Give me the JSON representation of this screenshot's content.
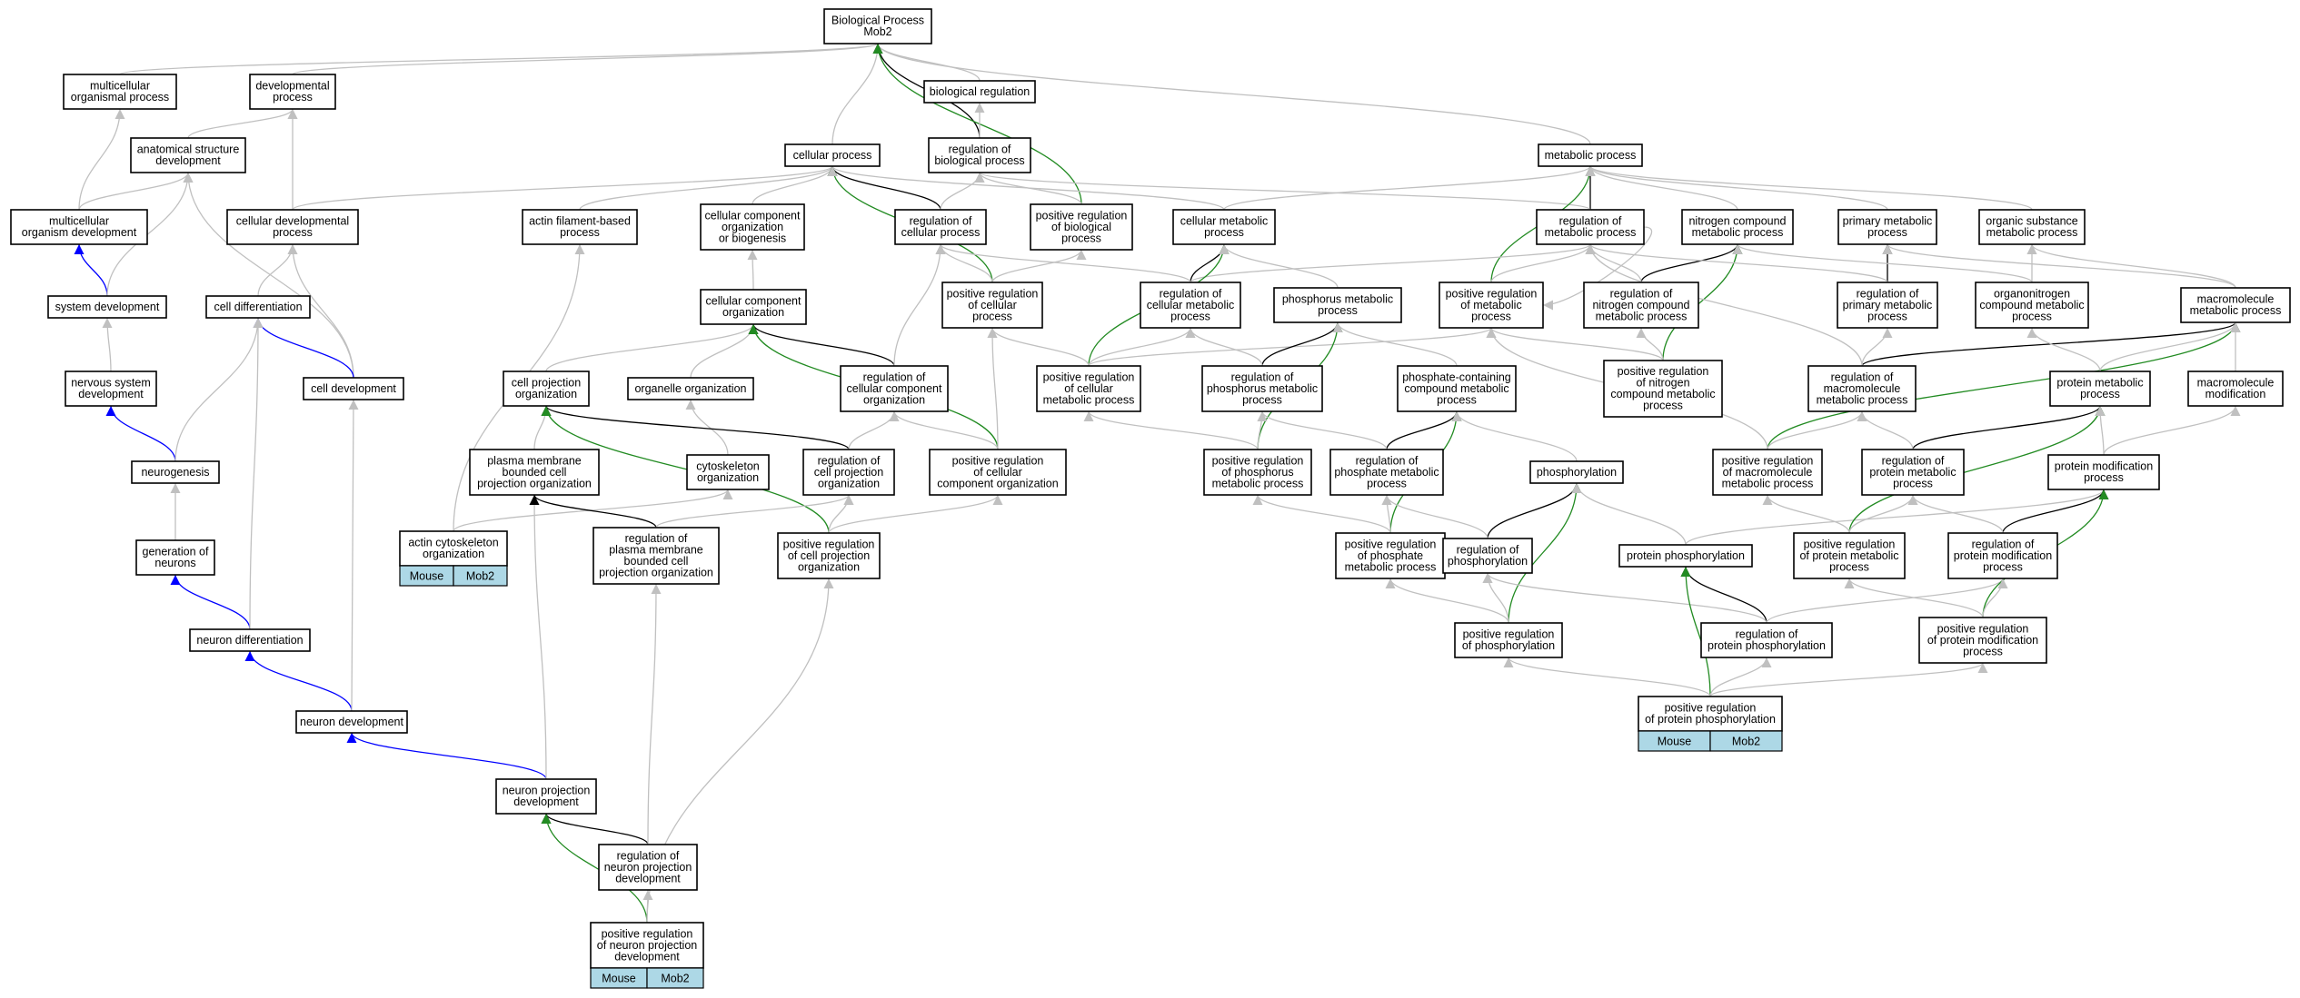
{
  "colors": {
    "is_a": "#c0c0c0",
    "regulates": "#000000",
    "positively_regulates": "#228b22",
    "part_of": "#0000ff",
    "tag_fill": "#add8e6"
  },
  "nodes": [
    {
      "id": "bp",
      "lines": [
        "Biological Process",
        "Mob2"
      ]
    },
    {
      "id": "mcop",
      "lines": [
        "multicellular",
        "organismal process"
      ]
    },
    {
      "id": "devp",
      "lines": [
        "developmental",
        "process"
      ]
    },
    {
      "id": "breg",
      "lines": [
        "biological regulation"
      ]
    },
    {
      "id": "asd",
      "lines": [
        "anatomical structure",
        "development"
      ]
    },
    {
      "id": "cellp",
      "lines": [
        "cellular process"
      ]
    },
    {
      "id": "rbp",
      "lines": [
        "regulation of",
        "biological process"
      ]
    },
    {
      "id": "metp",
      "lines": [
        "metabolic process"
      ]
    },
    {
      "id": "mod",
      "lines": [
        "multicellular",
        "organism development"
      ]
    },
    {
      "id": "cdp",
      "lines": [
        "cellular developmental",
        "process"
      ]
    },
    {
      "id": "afbp",
      "lines": [
        "actin filament-based",
        "process"
      ]
    },
    {
      "id": "ccob",
      "lines": [
        "cellular component",
        "organization",
        "or biogenesis"
      ]
    },
    {
      "id": "rcp",
      "lines": [
        "regulation of",
        "cellular process"
      ]
    },
    {
      "id": "prbp",
      "lines": [
        "positive regulation",
        "of biological",
        "process"
      ]
    },
    {
      "id": "cmp",
      "lines": [
        "cellular metabolic",
        "process"
      ]
    },
    {
      "id": "rmp",
      "lines": [
        "regulation of",
        "metabolic process"
      ]
    },
    {
      "id": "ncmp",
      "lines": [
        "nitrogen compound",
        "metabolic process"
      ]
    },
    {
      "id": "pmp",
      "lines": [
        "primary metabolic",
        "process"
      ]
    },
    {
      "id": "osmp",
      "lines": [
        "organic substance",
        "metabolic process"
      ]
    },
    {
      "id": "sysd",
      "lines": [
        "system development"
      ]
    },
    {
      "id": "celldiff",
      "lines": [
        "cell differentiation"
      ]
    },
    {
      "id": "cco",
      "lines": [
        "cellular component",
        "organization"
      ]
    },
    {
      "id": "prcp",
      "lines": [
        "positive regulation",
        "of cellular",
        "process"
      ]
    },
    {
      "id": "rcmp",
      "lines": [
        "regulation of",
        "cellular metabolic",
        "process"
      ]
    },
    {
      "id": "phmp",
      "lines": [
        "phosphorus metabolic",
        "process"
      ]
    },
    {
      "id": "prmp",
      "lines": [
        "positive regulation",
        "of metabolic",
        "process"
      ]
    },
    {
      "id": "rncmp",
      "lines": [
        "regulation of",
        "nitrogen compound",
        "metabolic process"
      ]
    },
    {
      "id": "rpmp",
      "lines": [
        "regulation of",
        "primary metabolic",
        "process"
      ]
    },
    {
      "id": "oncmp",
      "lines": [
        "organonitrogen",
        "compound metabolic",
        "process"
      ]
    },
    {
      "id": "mmp",
      "lines": [
        "macromolecule",
        "metabolic process"
      ]
    },
    {
      "id": "nsd",
      "lines": [
        "nervous system",
        "development"
      ]
    },
    {
      "id": "celldev",
      "lines": [
        "cell development"
      ]
    },
    {
      "id": "cpo",
      "lines": [
        "cell projection",
        "organization"
      ]
    },
    {
      "id": "oo",
      "lines": [
        "organelle organization"
      ]
    },
    {
      "id": "rcco",
      "lines": [
        "regulation of",
        "cellular component",
        "organization"
      ]
    },
    {
      "id": "prcmp",
      "lines": [
        "positive regulation",
        "of cellular",
        "metabolic process"
      ]
    },
    {
      "id": "rphmp",
      "lines": [
        "regulation of",
        "phosphorus metabolic",
        "process"
      ]
    },
    {
      "id": "pccmp",
      "lines": [
        "phosphate-containing",
        "compound metabolic",
        "process"
      ]
    },
    {
      "id": "prncmp",
      "lines": [
        "positive regulation",
        "of nitrogen",
        "compound metabolic",
        "process"
      ]
    },
    {
      "id": "rmmp",
      "lines": [
        "regulation of",
        "macromolecule",
        "metabolic process"
      ]
    },
    {
      "id": "protmp",
      "lines": [
        "protein metabolic",
        "process"
      ]
    },
    {
      "id": "mm",
      "lines": [
        "macromolecule",
        "modification"
      ]
    },
    {
      "id": "neurogen",
      "lines": [
        "neurogenesis"
      ]
    },
    {
      "id": "pmbcpo",
      "lines": [
        "plasma membrane",
        "bounded cell",
        "projection organization"
      ]
    },
    {
      "id": "cytoo",
      "lines": [
        "cytoskeleton",
        "organization"
      ]
    },
    {
      "id": "rcpo",
      "lines": [
        "regulation of",
        "cell projection",
        "organization"
      ]
    },
    {
      "id": "prcco",
      "lines": [
        "positive regulation",
        "of cellular",
        "component organization"
      ]
    },
    {
      "id": "prphmp",
      "lines": [
        "positive regulation",
        "of phosphorus",
        "metabolic process"
      ]
    },
    {
      "id": "rphatemp",
      "lines": [
        "regulation of",
        "phosphate metabolic",
        "process"
      ]
    },
    {
      "id": "phos",
      "lines": [
        "phosphorylation"
      ]
    },
    {
      "id": "prmmp",
      "lines": [
        "positive regulation",
        "of macromolecule",
        "metabolic process"
      ]
    },
    {
      "id": "rprotmp",
      "lines": [
        "regulation of",
        "protein metabolic",
        "process"
      ]
    },
    {
      "id": "protmod",
      "lines": [
        "protein modification",
        "process"
      ]
    },
    {
      "id": "gon",
      "lines": [
        "generation of",
        "neurons"
      ]
    },
    {
      "id": "aco",
      "lines": [
        "actin cytoskeleton",
        "organization"
      ],
      "tags": [
        "Mouse",
        "Mob2"
      ]
    },
    {
      "id": "rpmbcpo",
      "lines": [
        "regulation of",
        "plasma membrane",
        "bounded cell",
        "projection organization"
      ]
    },
    {
      "id": "prcpo",
      "lines": [
        "positive regulation",
        "of cell projection",
        "organization"
      ]
    },
    {
      "id": "prphatemp",
      "lines": [
        "positive regulation",
        "of phosphate",
        "metabolic process"
      ]
    },
    {
      "id": "rphos",
      "lines": [
        "regulation of",
        "phosphorylation"
      ]
    },
    {
      "id": "protphos",
      "lines": [
        "protein phosphorylation"
      ]
    },
    {
      "id": "prprotmp",
      "lines": [
        "positive regulation",
        "of protein metabolic",
        "process"
      ]
    },
    {
      "id": "rpmodp",
      "lines": [
        "regulation of",
        "protein modification",
        "process"
      ]
    },
    {
      "id": "ndiff",
      "lines": [
        "neuron differentiation"
      ]
    },
    {
      "id": "prphos",
      "lines": [
        "positive regulation",
        "of phosphorylation"
      ]
    },
    {
      "id": "rprotphos",
      "lines": [
        "regulation of",
        "protein phosphorylation"
      ]
    },
    {
      "id": "prpmodp",
      "lines": [
        "positive regulation",
        "of protein modification",
        "process"
      ]
    },
    {
      "id": "ndev",
      "lines": [
        "neuron development"
      ]
    },
    {
      "id": "prprotphos",
      "lines": [
        "positive regulation",
        "of protein phosphorylation"
      ],
      "tags": [
        "Mouse",
        "Mob2"
      ]
    },
    {
      "id": "npd",
      "lines": [
        "neuron projection",
        "development"
      ]
    },
    {
      "id": "rnpd",
      "lines": [
        "regulation of",
        "neuron projection",
        "development"
      ]
    },
    {
      "id": "prnpd",
      "lines": [
        "positive regulation",
        "of neuron projection",
        "development"
      ],
      "tags": [
        "Mouse",
        "Mob2"
      ]
    }
  ],
  "edges": [
    [
      "mcop",
      "bp",
      "is_a"
    ],
    [
      "devp",
      "bp",
      "is_a"
    ],
    [
      "breg",
      "bp",
      "is_a"
    ],
    [
      "cellp",
      "bp",
      "is_a"
    ],
    [
      "metp",
      "bp",
      "is_a"
    ],
    [
      "rbp",
      "bp",
      "regulates"
    ],
    [
      "prbp",
      "bp",
      "positively_regulates"
    ],
    [
      "rbp",
      "breg",
      "is_a"
    ],
    [
      "asd",
      "devp",
      "is_a"
    ],
    [
      "mod",
      "asd",
      "is_a"
    ],
    [
      "mod",
      "mcop",
      "is_a"
    ],
    [
      "cdp",
      "devp",
      "is_a"
    ],
    [
      "cdp",
      "cellp",
      "is_a"
    ],
    [
      "sysd",
      "mod",
      "part_of"
    ],
    [
      "sysd",
      "asd",
      "is_a"
    ],
    [
      "celldiff",
      "cdp",
      "is_a"
    ],
    [
      "afbp",
      "cellp",
      "is_a"
    ],
    [
      "ccob",
      "cellp",
      "is_a"
    ],
    [
      "rcp",
      "cellp",
      "regulates"
    ],
    [
      "rcp",
      "rbp",
      "is_a"
    ],
    [
      "prbp",
      "rbp",
      "is_a"
    ],
    [
      "prcp",
      "cellp",
      "positively_regulates"
    ],
    [
      "prcp",
      "rcp",
      "is_a"
    ],
    [
      "prcp",
      "prbp",
      "is_a"
    ],
    [
      "cmp",
      "cellp",
      "is_a"
    ],
    [
      "cmp",
      "metp",
      "is_a"
    ],
    [
      "rmp",
      "metp",
      "regulates"
    ],
    [
      "rmp",
      "rbp",
      "is_a"
    ],
    [
      "prmp",
      "metp",
      "positively_regulates"
    ],
    [
      "ncmp",
      "metp",
      "is_a"
    ],
    [
      "pmp",
      "metp",
      "is_a"
    ],
    [
      "osmp",
      "metp",
      "is_a"
    ],
    [
      "cco",
      "ccob",
      "is_a"
    ],
    [
      "nsd",
      "sysd",
      "is_a"
    ],
    [
      "celldev",
      "cdp",
      "is_a"
    ],
    [
      "celldev",
      "asd",
      "is_a"
    ],
    [
      "celldev",
      "celldiff",
      "part_of"
    ],
    [
      "neurogen",
      "nsd",
      "part_of"
    ],
    [
      "neurogen",
      "celldiff",
      "is_a"
    ],
    [
      "gon",
      "neurogen",
      "is_a"
    ],
    [
      "ndiff",
      "gon",
      "part_of"
    ],
    [
      "ndiff",
      "celldiff",
      "is_a"
    ],
    [
      "ndev",
      "ndiff",
      "part_of"
    ],
    [
      "ndev",
      "celldev",
      "is_a"
    ],
    [
      "npd",
      "ndev",
      "part_of"
    ],
    [
      "npd",
      "pmbcpo",
      "is_a"
    ],
    [
      "cpo",
      "cco",
      "is_a"
    ],
    [
      "oo",
      "cco",
      "is_a"
    ],
    [
      "rcco",
      "cco",
      "regulates"
    ],
    [
      "rcco",
      "rcp",
      "is_a"
    ],
    [
      "prcco",
      "cco",
      "positively_regulates"
    ],
    [
      "prcco",
      "rcco",
      "is_a"
    ],
    [
      "prcco",
      "prcp",
      "is_a"
    ],
    [
      "pmbcpo",
      "cpo",
      "is_a"
    ],
    [
      "cytoo",
      "oo",
      "is_a"
    ],
    [
      "rcpo",
      "cpo",
      "regulates"
    ],
    [
      "rcpo",
      "rcco",
      "is_a"
    ],
    [
      "prcpo",
      "cpo",
      "positively_regulates"
    ],
    [
      "prcpo",
      "rcpo",
      "is_a"
    ],
    [
      "prcpo",
      "prcco",
      "is_a"
    ],
    [
      "aco",
      "afbp",
      "is_a"
    ],
    [
      "aco",
      "cytoo",
      "is_a"
    ],
    [
      "rpmbcpo",
      "pmbcpo",
      "regulates"
    ],
    [
      "rpmbcpo",
      "rcpo",
      "is_a"
    ],
    [
      "rnpd",
      "npd",
      "regulates"
    ],
    [
      "rnpd",
      "rpmbcpo",
      "is_a"
    ],
    [
      "prnpd",
      "npd",
      "positively_regulates"
    ],
    [
      "prnpd",
      "rnpd",
      "is_a"
    ],
    [
      "prnpd",
      "prcpo",
      "is_a"
    ],
    [
      "rcmp",
      "cmp",
      "regulates"
    ],
    [
      "rcmp",
      "rcp",
      "is_a"
    ],
    [
      "rcmp",
      "rmp",
      "is_a"
    ],
    [
      "prcmp",
      "cmp",
      "positively_regulates"
    ],
    [
      "prcmp",
      "rcmp",
      "is_a"
    ],
    [
      "prcmp",
      "prcp",
      "is_a"
    ],
    [
      "prcmp",
      "prmp",
      "is_a"
    ],
    [
      "phmp",
      "cmp",
      "is_a"
    ],
    [
      "rphmp",
      "phmp",
      "regulates"
    ],
    [
      "rphmp",
      "rcmp",
      "is_a"
    ],
    [
      "prphmp",
      "phmp",
      "positively_regulates"
    ],
    [
      "prphmp",
      "rphmp",
      "is_a"
    ],
    [
      "prphmp",
      "prcmp",
      "is_a"
    ],
    [
      "pccmp",
      "phmp",
      "is_a"
    ],
    [
      "rphatemp",
      "pccmp",
      "regulates"
    ],
    [
      "rphatemp",
      "rphmp",
      "is_a"
    ],
    [
      "prphatemp",
      "pccmp",
      "positively_regulates"
    ],
    [
      "prphatemp",
      "rphatemp",
      "is_a"
    ],
    [
      "prphatemp",
      "prphmp",
      "is_a"
    ],
    [
      "phos",
      "pccmp",
      "is_a"
    ],
    [
      "rphos",
      "phos",
      "regulates"
    ],
    [
      "rphos",
      "rphatemp",
      "is_a"
    ],
    [
      "prphos",
      "phos",
      "positively_regulates"
    ],
    [
      "prphos",
      "rphos",
      "is_a"
    ],
    [
      "prphos",
      "prphatemp",
      "is_a"
    ],
    [
      "protphos",
      "phos",
      "is_a"
    ],
    [
      "protphos",
      "protmod",
      "is_a"
    ],
    [
      "rprotphos",
      "protphos",
      "regulates"
    ],
    [
      "rprotphos",
      "rphos",
      "is_a"
    ],
    [
      "rprotphos",
      "rpmodp",
      "is_a"
    ],
    [
      "prprotphos",
      "protphos",
      "positively_regulates"
    ],
    [
      "prprotphos",
      "rprotphos",
      "is_a"
    ],
    [
      "prprotphos",
      "prphos",
      "is_a"
    ],
    [
      "prprotphos",
      "prpmodp",
      "is_a"
    ],
    [
      "rmp",
      "prmp",
      "is_a"
    ],
    [
      "prmp",
      "rmp",
      "is_a"
    ],
    [
      "rncmp",
      "ncmp",
      "regulates"
    ],
    [
      "rncmp",
      "rmp",
      "is_a"
    ],
    [
      "prncmp",
      "ncmp",
      "positively_regulates"
    ],
    [
      "prncmp",
      "rncmp",
      "is_a"
    ],
    [
      "prncmp",
      "prmp",
      "is_a"
    ],
    [
      "rpmp",
      "pmp",
      "regulates"
    ],
    [
      "rpmp",
      "rmp",
      "is_a"
    ],
    [
      "oncmp",
      "ncmp",
      "is_a"
    ],
    [
      "oncmp",
      "osmp",
      "is_a"
    ],
    [
      "mmp",
      "osmp",
      "is_a"
    ],
    [
      "mmp",
      "pmp",
      "is_a"
    ],
    [
      "rmmp",
      "mmp",
      "regulates"
    ],
    [
      "rmmp",
      "rpmp",
      "is_a"
    ],
    [
      "rmmp",
      "rmp",
      "is_a"
    ],
    [
      "prmmp",
      "mmp",
      "positively_regulates"
    ],
    [
      "prmmp",
      "rmmp",
      "is_a"
    ],
    [
      "prmmp",
      "prmp",
      "is_a"
    ],
    [
      "protmp",
      "mmp",
      "is_a"
    ],
    [
      "protmp",
      "oncmp",
      "is_a"
    ],
    [
      "rprotmp",
      "protmp",
      "regulates"
    ],
    [
      "rprotmp",
      "rmmp",
      "is_a"
    ],
    [
      "prprotmp",
      "protmp",
      "positively_regulates"
    ],
    [
      "prprotmp",
      "rprotmp",
      "is_a"
    ],
    [
      "prprotmp",
      "prmmp",
      "is_a"
    ],
    [
      "mm",
      "mmp",
      "is_a"
    ],
    [
      "protmod",
      "mm",
      "is_a"
    ],
    [
      "protmod",
      "protmp",
      "is_a"
    ],
    [
      "rpmodp",
      "protmod",
      "regulates"
    ],
    [
      "rpmodp",
      "rprotmp",
      "is_a"
    ],
    [
      "prpmodp",
      "protmod",
      "positively_regulates"
    ],
    [
      "prpmodp",
      "rpmodp",
      "is_a"
    ],
    [
      "prpmodp",
      "prprotmp",
      "is_a"
    ]
  ]
}
